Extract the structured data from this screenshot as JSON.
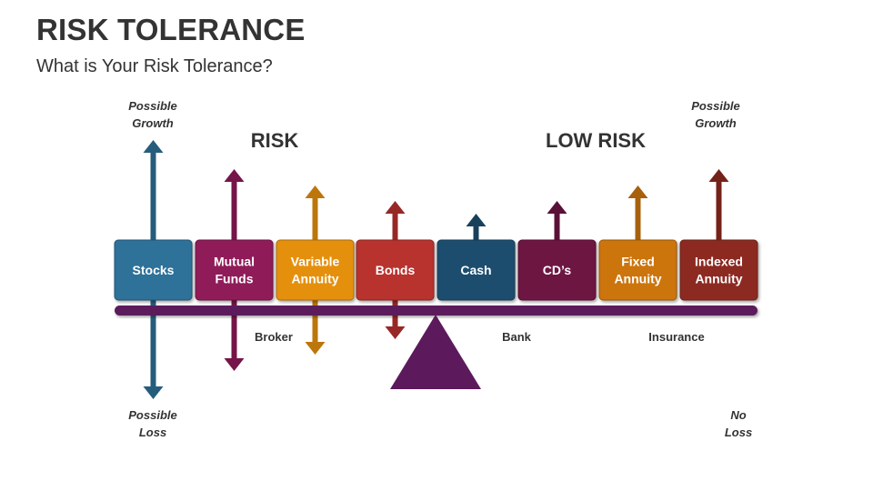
{
  "title": "RISK TOLERANCE",
  "subtitle": "What is Your Risk Tolerance?",
  "headings": {
    "risk": "RISK",
    "low_risk": "LOW RISK"
  },
  "captions": {
    "left_top": [
      "Possible",
      "Growth"
    ],
    "right_top": [
      "Possible",
      "Growth"
    ],
    "left_bottom": [
      "Possible",
      "Loss"
    ],
    "right_bottom": [
      "No",
      "Loss"
    ]
  },
  "groups": {
    "broker": "Broker",
    "bank": "Bank",
    "insurance": "Insurance"
  },
  "colors": {
    "beam": "#5c1a5c",
    "fulcrum": "#5c1a5c"
  },
  "items": [
    {
      "id": "stocks",
      "lines": [
        "Stocks"
      ],
      "color": "#2e7199",
      "up": true,
      "down": true
    },
    {
      "id": "mutual-funds",
      "lines": [
        "Mutual",
        "Funds"
      ],
      "color": "#8f1a59",
      "up": true,
      "down": true
    },
    {
      "id": "variable-annuity",
      "lines": [
        "Variable",
        "Annuity"
      ],
      "color": "#e5900e",
      "up": true,
      "down": true
    },
    {
      "id": "bonds",
      "lines": [
        "Bonds"
      ],
      "color": "#b8312e",
      "up": true,
      "down": true
    },
    {
      "id": "cash",
      "lines": [
        "Cash"
      ],
      "color": "#1f4e6e",
      "up": true,
      "down": false
    },
    {
      "id": "cds",
      "lines": [
        "CD’s"
      ],
      "color": "#6e1543",
      "up": true,
      "down": false
    },
    {
      "id": "fixed-annuity",
      "lines": [
        "Fixed",
        "Annuity"
      ],
      "color": "#cc750e",
      "up": true,
      "down": false
    },
    {
      "id": "indexed-annuity",
      "lines": [
        "Indexed",
        "Annuity"
      ],
      "color": "#8c2a20",
      "up": true,
      "down": false
    }
  ]
}
